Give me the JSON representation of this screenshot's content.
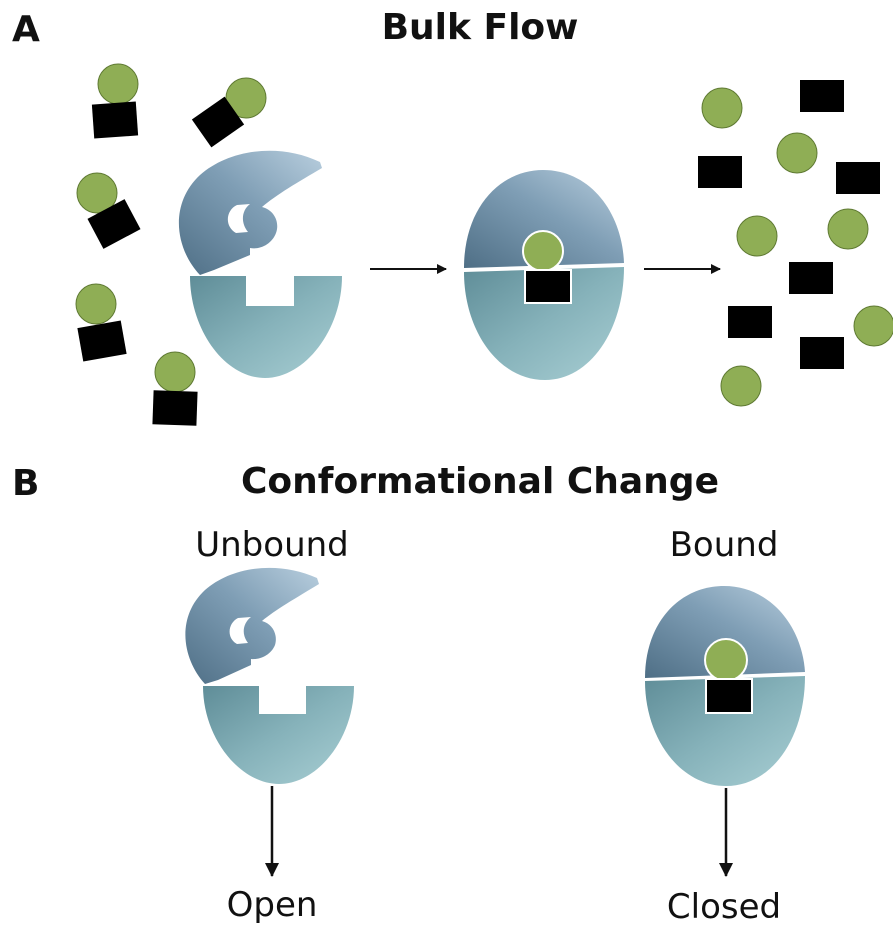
{
  "panel_a": {
    "letter": "A",
    "title": "Bulk Flow"
  },
  "panel_b": {
    "letter": "B",
    "title": "Conformational Change",
    "states": [
      {
        "state_label": "Unbound",
        "outcome_label": "Open"
      },
      {
        "state_label": "Bound",
        "outcome_label": "Closed"
      }
    ]
  },
  "colors": {
    "protein_top": "#7f9eb5",
    "protein_bottom": "#86b2ba",
    "ligand_circle": "#8fae55",
    "ligand_square": "#000000",
    "arrow": "#111111"
  }
}
